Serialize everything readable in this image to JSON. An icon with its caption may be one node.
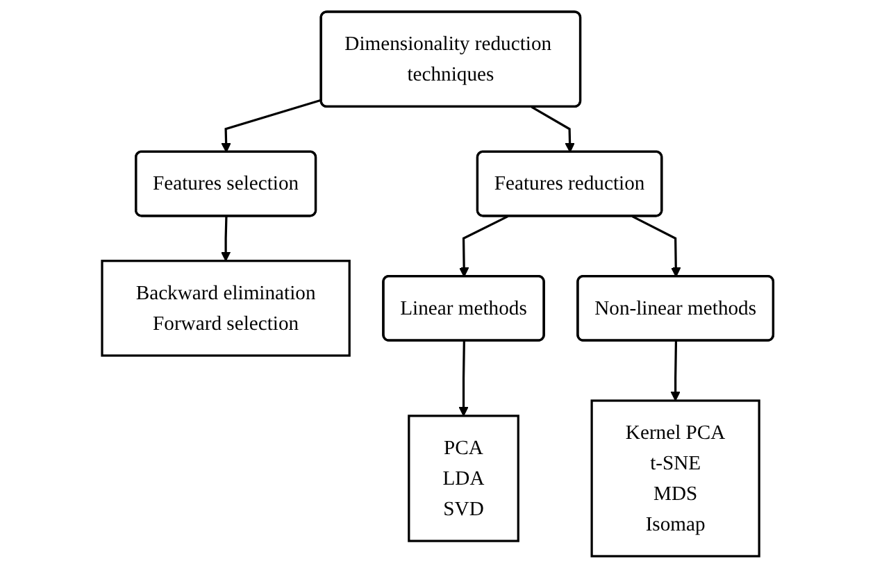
{
  "diagram": {
    "nodes": [
      {
        "text": [
          "Dimensionality reduction techniques"
        ]
      },
      {
        "text": [
          "Features selection"
        ]
      },
      {
        "text": [
          "Features reduction"
        ]
      },
      {
        "text": [
          "Backward elimination",
          "Forward selection"
        ]
      },
      {
        "text": [
          "Linear methods"
        ]
      },
      {
        "text": [
          "Non-linear methods"
        ]
      },
      {
        "text": [
          "PCA",
          "LDA",
          "SVD"
        ]
      },
      {
        "text": [
          "Kernel PCA",
          "t-SNE",
          "MDS",
          "Isomap"
        ]
      }
    ],
    "edges": [
      {
        "from": 0,
        "to": 1,
        "arrow": "to"
      },
      {
        "from": 0,
        "to": 2,
        "arrow": "to"
      },
      {
        "from": 1,
        "to": 3,
        "arrow": "to"
      },
      {
        "from": 2,
        "to": 4,
        "arrow": "to"
      },
      {
        "from": 2,
        "to": 5,
        "arrow": "to"
      },
      {
        "from": 4,
        "to": 6,
        "arrow": "to"
      },
      {
        "from": 5,
        "to": 7,
        "arrow": "to"
      }
    ]
  }
}
